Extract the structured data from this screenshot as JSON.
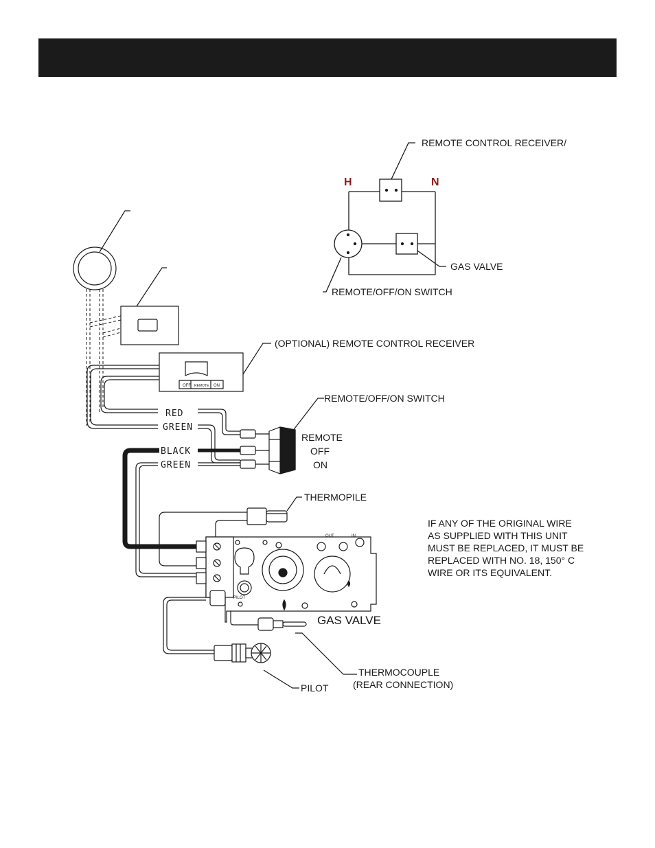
{
  "header": {
    "title": ""
  },
  "schematic": {
    "h_label": "H",
    "n_label": "N",
    "receiver_label": "REMOTE CONTROL RECEIVER/",
    "gas_valve_label": "GAS VALVE",
    "switch_label": "REMOTE/OFF/ON SWITCH"
  },
  "wiring": {
    "optional_receiver_label": "(OPTIONAL) REMOTE CONTROL RECEIVER",
    "switch_label": "REMOTE/OFF/ON SWITCH",
    "switch_positions": [
      "REMOTE",
      "OFF",
      "ON"
    ],
    "wires": [
      "RED",
      "GREEN",
      "BLACK",
      "GREEN"
    ],
    "receiver_face": {
      "off": "OFF",
      "remote": "REMOTE",
      "on": "ON"
    },
    "thermopile_label": "THERMOPILE",
    "gas_valve_label": "GAS VALVE",
    "thermocouple_label": [
      "THERMOCOUPLE",
      "(REAR  CONNECTION)"
    ],
    "pilot_label": "PILOT",
    "valve_marks": {
      "out": "OUT",
      "in": "IN",
      "pilot": "PILOT"
    }
  },
  "note": {
    "lines": [
      "IF ANY OF THE ORIGINAL WIRE",
      "AS SUPPLIED WITH THIS UNIT",
      "MUST BE REPLACED, IT MUST BE",
      "REPLACED WITH NO. 18, 150° C",
      "WIRE OR ITS EQUIVALENT."
    ]
  },
  "colors": {
    "header": "#1b1b1b",
    "hn_label": "#8b1a1a",
    "ink": "#1a1a1a"
  }
}
